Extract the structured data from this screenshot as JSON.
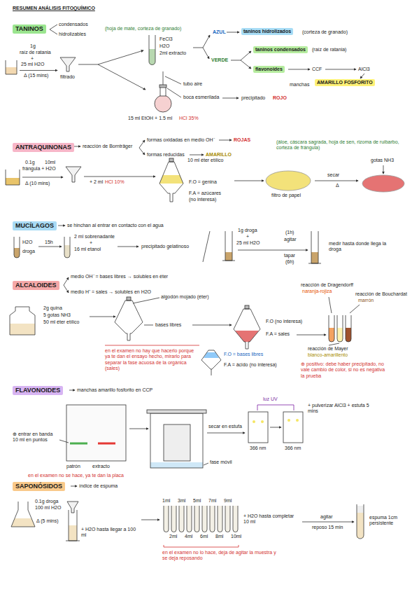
{
  "diagram": {
    "title": "RESUMEN ANÁLISIS FITOQUÍMICO",
    "nodes": [
      {
        "text": [
          "TANINOS"
        ]
      },
      {
        "text": [
          "taninos hidrolizados"
        ]
      },
      {
        "text": [
          "taninos condensados"
        ]
      },
      {
        "text": [
          "flavonoides"
        ]
      },
      {
        "text": [
          "AMARILLO FOSFORITO"
        ]
      },
      {
        "text": [
          "ANTRAQUINONAS"
        ]
      },
      {
        "text": [
          "MUCÍLAGOS"
        ]
      },
      {
        "text": [
          "ALCALOIDES"
        ]
      },
      {
        "text": [
          "FLAVONOIDES"
        ]
      },
      {
        "text": [
          "SAPONÓSIDOS"
        ]
      }
    ],
    "labels": [
      "condensados",
      "hidrolizables",
      "(hoja de mate, corteza de granado)",
      "1g",
      "raíz de ratania",
      "+",
      "25 ml H2O",
      "Δ (15 mins)",
      "filtrado",
      "FeCl3",
      "H2O",
      "2ml extracto",
      "AZUL",
      "(corteza de granado)",
      "VERDE",
      "(raíz de ratania)",
      "CCF",
      "AlCl3",
      "manchas",
      "tubo aire",
      "boca esmerilada",
      "precipitado",
      "ROJO",
      "15 ml EtOH + 1.5 ml",
      "HCl 35%",
      "reacción de Bornträger",
      "formas oxidadas en medio OH⁻",
      "ROJAS",
      "formas reducidas",
      "AMARILLO",
      "(áloe, cáscara sagrada, hoja de sen, rizoma de ruibarbo, corteza de frángula)",
      "0.1g",
      "10ml",
      "frángula + H2O",
      "Δ (10 mins)",
      "+ 2 ml",
      "HCl 10%",
      "10 ml éter etílico",
      "F.O = genina",
      "F.A = azúcares",
      "(no interesa)",
      "filtro de papel",
      "secar",
      "Δ",
      "gotas NH3",
      "se hinchan al entrar en contacto con el agua",
      "H2O",
      "droga",
      "15h",
      "2 ml sobrenadante",
      "+",
      "16 ml etanol",
      "precipitado gelatinoso",
      "1g droga",
      "+",
      "25 ml H2O",
      "(1h)",
      "agitar",
      "tapar",
      "(6h)",
      "medir hasta donde llega la droga",
      "medio OH⁻ = bases libres → solubles en éter",
      "medio H⁺ = sales → solubles en H2O",
      "2g quina",
      "5 gotas NH3",
      "50 ml éter etílico",
      "algodón mojado (éter)",
      "bases libres",
      "F.O (no interesa)",
      "F.A = sales",
      "reacción de Dragendorff",
      "naranja-rojiza",
      "reacción de Bouchardat",
      "marrón",
      "reacción de Mayer",
      "blanco-amarillento",
      "⊕ positivo: debe haber precipitado, no vale cambio de color, si no es negativa la prueba",
      "en el examen no hay que hacerlo porque ya te dan el ensayo hecho, mirarlo para separar la fase acuosa de la orgánica (sales)",
      "F.O = bases libres",
      "F.A = ácido (no interesa)",
      "manchas amarillo fosforito en CCP",
      "⊕ entrar en banda 10 ml en puntos",
      "patrón",
      "extracto",
      "en el examen no se hace, ya te dan la placa",
      "secar en estufa",
      "fase móvil",
      "luz UV",
      "366 nm",
      "366 nm",
      "+ pulverizar AlCl3 + estufa 5 mins",
      "índice de espuma",
      "0.1g droga",
      "100 ml H2O",
      "Δ (5 mins)",
      "+ H2O hasta llegar a 100 ml",
      "1ml",
      "3ml",
      "5ml",
      "7ml",
      "9ml",
      "2ml",
      "4ml",
      "6ml",
      "8ml",
      "10ml",
      "+ H2O hasta completar 10 ml",
      "agitar",
      "reposo 15 min",
      "espuma 1cm persistente",
      "en el examen no lo hace, deja de agitar la muestra y se deja reposando"
    ]
  }
}
